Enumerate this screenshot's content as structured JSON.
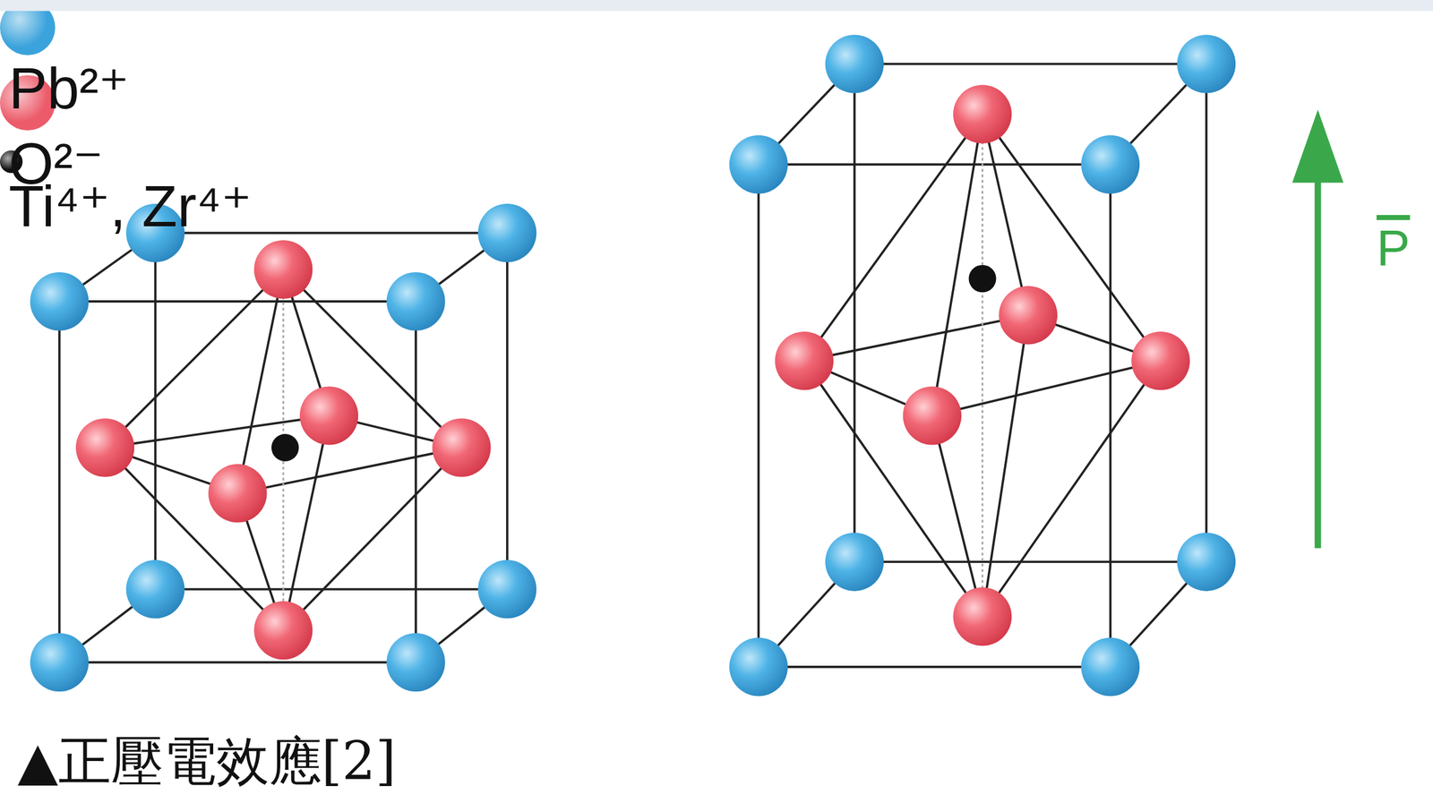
{
  "diagram": {
    "caption": "▲正壓電效應[2]",
    "labels": [
      "P"
    ],
    "legend": [
      {
        "text": "Pb²⁺",
        "color": "#3ba3dc"
      },
      {
        "text": "O²⁻",
        "color": "#ec5b6a"
      },
      {
        "text": "Ti⁴⁺, Zr⁴⁺",
        "color": "#111111"
      }
    ]
  }
}
